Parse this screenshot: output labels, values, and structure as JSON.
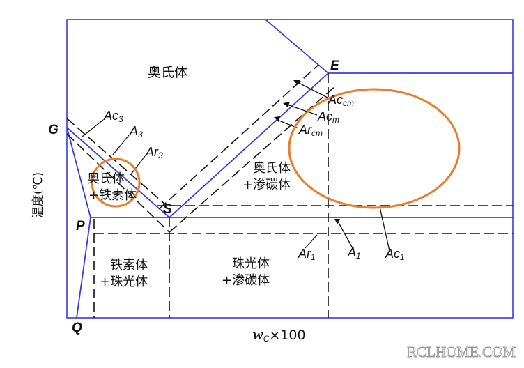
{
  "diagram": {
    "regions": {
      "austenite": "奥氏体",
      "aus_ferrite_1": "奥氏体",
      "aus_ferrite_2": "+铁素体",
      "aus_cementite_1": "奥氏体",
      "aus_cementite_2": "+渗碳体",
      "ferrite_pearlite_1": "铁素体",
      "ferrite_pearlite_2": "+珠光体",
      "pearlite_cementite_1": "珠光体",
      "pearlite_cementite_2": "+渗碳体"
    },
    "points": {
      "G": "G",
      "E": "E",
      "S": "S",
      "P": "P",
      "Q": "Q"
    },
    "curve_labels": {
      "Ac3": "Ac",
      "Ac3_sub": "3",
      "A3": "A",
      "A3_sub": "3",
      "Ar3": "Ar",
      "Ar3_sub": "3",
      "Accm": "Ac",
      "Accm_sub": "cm",
      "Acm": "Ac",
      "Acm_sub": "m",
      "Arcm": "Ar",
      "Arcm_sub": "cm",
      "Ar1": "Ar",
      "Ar1_sub": "1",
      "A1": "A",
      "A1_sub": "1",
      "Ac1": "Ac",
      "Ac1_sub": "1"
    },
    "y_axis_label": "温度(℃)",
    "x_axis_label": {
      "w": "w",
      "sub": "C",
      "rest": "×100"
    },
    "watermark": "RCLHOME.COM",
    "colors": {
      "solid_lines": "#3a3adf",
      "dashed_lines": "#111111",
      "highlight": "#e87d2c"
    }
  }
}
